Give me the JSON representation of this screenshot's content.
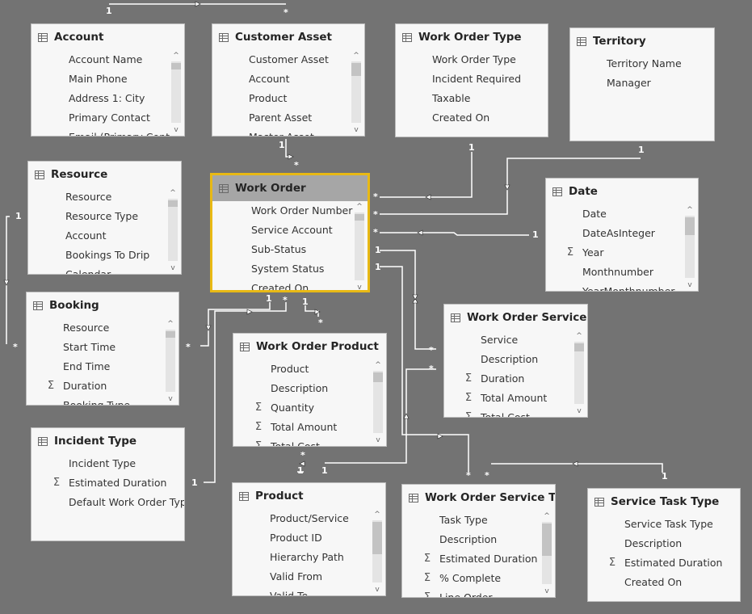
{
  "tables": [
    {
      "id": "account",
      "name": "Account",
      "fields": [
        {
          "label": "Account Name"
        },
        {
          "label": "Main Phone"
        },
        {
          "label": "Address 1: City"
        },
        {
          "label": "Primary Contact"
        },
        {
          "label": "Email (Primary Cont"
        }
      ]
    },
    {
      "id": "customer_asset",
      "name": "Customer Asset",
      "fields": [
        {
          "label": "Customer Asset"
        },
        {
          "label": "Account"
        },
        {
          "label": "Product"
        },
        {
          "label": "Parent Asset"
        },
        {
          "label": "Master Asset"
        }
      ]
    },
    {
      "id": "work_order_type",
      "name": "Work Order Type",
      "fields": [
        {
          "label": "Work Order Type"
        },
        {
          "label": "Incident Required"
        },
        {
          "label": "Taxable"
        },
        {
          "label": "Created On"
        }
      ]
    },
    {
      "id": "territory",
      "name": "Territory",
      "fields": [
        {
          "label": "Territory Name"
        },
        {
          "label": "Manager"
        }
      ]
    },
    {
      "id": "resource",
      "name": "Resource",
      "fields": [
        {
          "label": "Resource"
        },
        {
          "label": "Resource Type"
        },
        {
          "label": "Account"
        },
        {
          "label": "Bookings To Drip"
        },
        {
          "label": "Calendar"
        }
      ]
    },
    {
      "id": "work_order",
      "name": "Work Order",
      "selected": true,
      "fields": [
        {
          "label": "Work Order Number"
        },
        {
          "label": "Service Account"
        },
        {
          "label": "Sub-Status"
        },
        {
          "label": "System Status"
        },
        {
          "label": "Created On"
        }
      ]
    },
    {
      "id": "date",
      "name": "Date",
      "fields": [
        {
          "label": "Date"
        },
        {
          "label": "DateAsInteger"
        },
        {
          "label": "Year",
          "sigma": true
        },
        {
          "label": "Monthnumber"
        },
        {
          "label": "YearMonthnumber"
        }
      ]
    },
    {
      "id": "booking",
      "name": "Booking",
      "fields": [
        {
          "label": "Resource"
        },
        {
          "label": "Start Time"
        },
        {
          "label": "End Time"
        },
        {
          "label": "Duration",
          "sigma": true
        },
        {
          "label": "Booking Type"
        }
      ]
    },
    {
      "id": "work_order_product",
      "name": "Work Order Product",
      "fields": [
        {
          "label": "Product"
        },
        {
          "label": "Description"
        },
        {
          "label": "Quantity",
          "sigma": true
        },
        {
          "label": "Total Amount",
          "sigma": true
        },
        {
          "label": "Total Cost",
          "sigma": true
        }
      ]
    },
    {
      "id": "work_order_service",
      "name": "Work Order Service",
      "fields": [
        {
          "label": "Service"
        },
        {
          "label": "Description"
        },
        {
          "label": "Duration",
          "sigma": true
        },
        {
          "label": "Total Amount",
          "sigma": true
        },
        {
          "label": "Total Cost",
          "sigma": true
        }
      ]
    },
    {
      "id": "incident_type",
      "name": "Incident Type",
      "fields": [
        {
          "label": "Incident Type"
        },
        {
          "label": "Estimated Duration",
          "sigma": true
        },
        {
          "label": "Default Work Order Typ"
        }
      ]
    },
    {
      "id": "product",
      "name": "Product",
      "fields": [
        {
          "label": "Product/Service"
        },
        {
          "label": "Product ID"
        },
        {
          "label": "Hierarchy Path"
        },
        {
          "label": "Valid From"
        },
        {
          "label": "Valid To"
        }
      ]
    },
    {
      "id": "work_order_service_task",
      "name": "Work Order Service Tas",
      "fields": [
        {
          "label": "Task Type"
        },
        {
          "label": "Description"
        },
        {
          "label": "Estimated Duration",
          "sigma": true
        },
        {
          "label": "% Complete",
          "sigma": true
        },
        {
          "label": "Line Order",
          "sigma": true
        }
      ]
    },
    {
      "id": "service_task_type",
      "name": "Service Task Type",
      "fields": [
        {
          "label": "Service Task Type"
        },
        {
          "label": "Description"
        },
        {
          "label": "Estimated Duration",
          "sigma": true
        },
        {
          "label": "Created On"
        }
      ]
    }
  ],
  "cardinality": {
    "one": "1",
    "many": "*"
  },
  "sigma_symbol": "Σ",
  "colors": {
    "canvas": "#737373",
    "card": "#f7f7f7",
    "line": "#ffffff",
    "selected_border": "#e8b915",
    "selected_header": "#a6a6a6"
  },
  "icons": {
    "table": "table-icon",
    "sigma": "sigma-icon",
    "arrow": "filter-direction-arrow"
  }
}
